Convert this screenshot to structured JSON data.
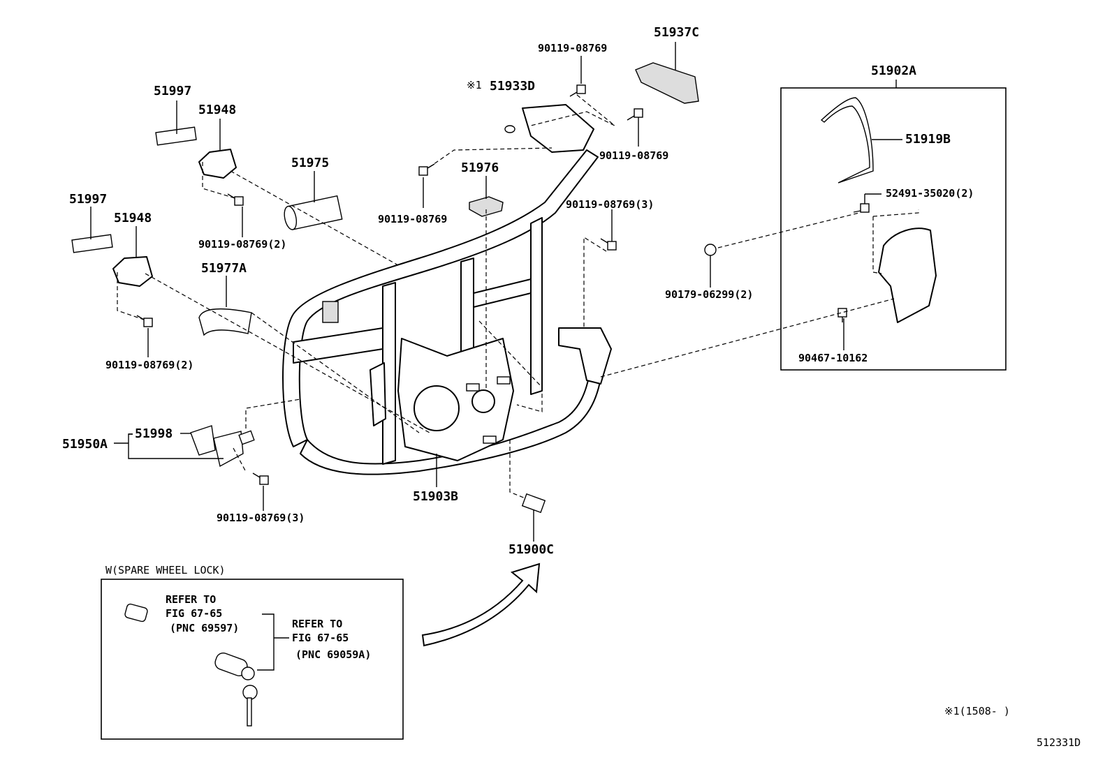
{
  "labels": {
    "p51937C": "51937C",
    "p90119_top": "90119-08769",
    "p51933D": "51933D",
    "p51933D_mark": "※1",
    "p90119_tr": "90119-08769",
    "p51902A": "51902A",
    "p51919B": "51919B",
    "p52491": "52491-35020(2)",
    "p90179": "90179-06299(2)",
    "p90467": "90467-10162",
    "p51997_a": "51997",
    "p51948_a": "51948",
    "p51975": "51975",
    "p51976": "51976",
    "p90119_mid": "90119-08769",
    "p90119_3_right": "90119-08769(3)",
    "p90119_2_a": "90119-08769(2)",
    "p51997_b": "51997",
    "p51948_b": "51948",
    "p51977A": "51977A",
    "p90119_2_b": "90119-08769(2)",
    "p51998": "51998",
    "p51950A": "51950A",
    "p90119_3_left": "90119-08769(3)",
    "p51903B": "51903B",
    "p51900C": "51900C"
  },
  "inset": {
    "title": "W(SPARE WHEEL LOCK)",
    "refer1_line1": "REFER TO",
    "refer1_line2": "FIG 67-65",
    "refer1_line3": "(PNC 69597)",
    "refer2_line1": "REFER TO",
    "refer2_line2": "FIG 67-65",
    "refer2_line3": "(PNC 69059A)"
  },
  "footnote": "※1(1508-     )",
  "diagram_id": "512331D"
}
